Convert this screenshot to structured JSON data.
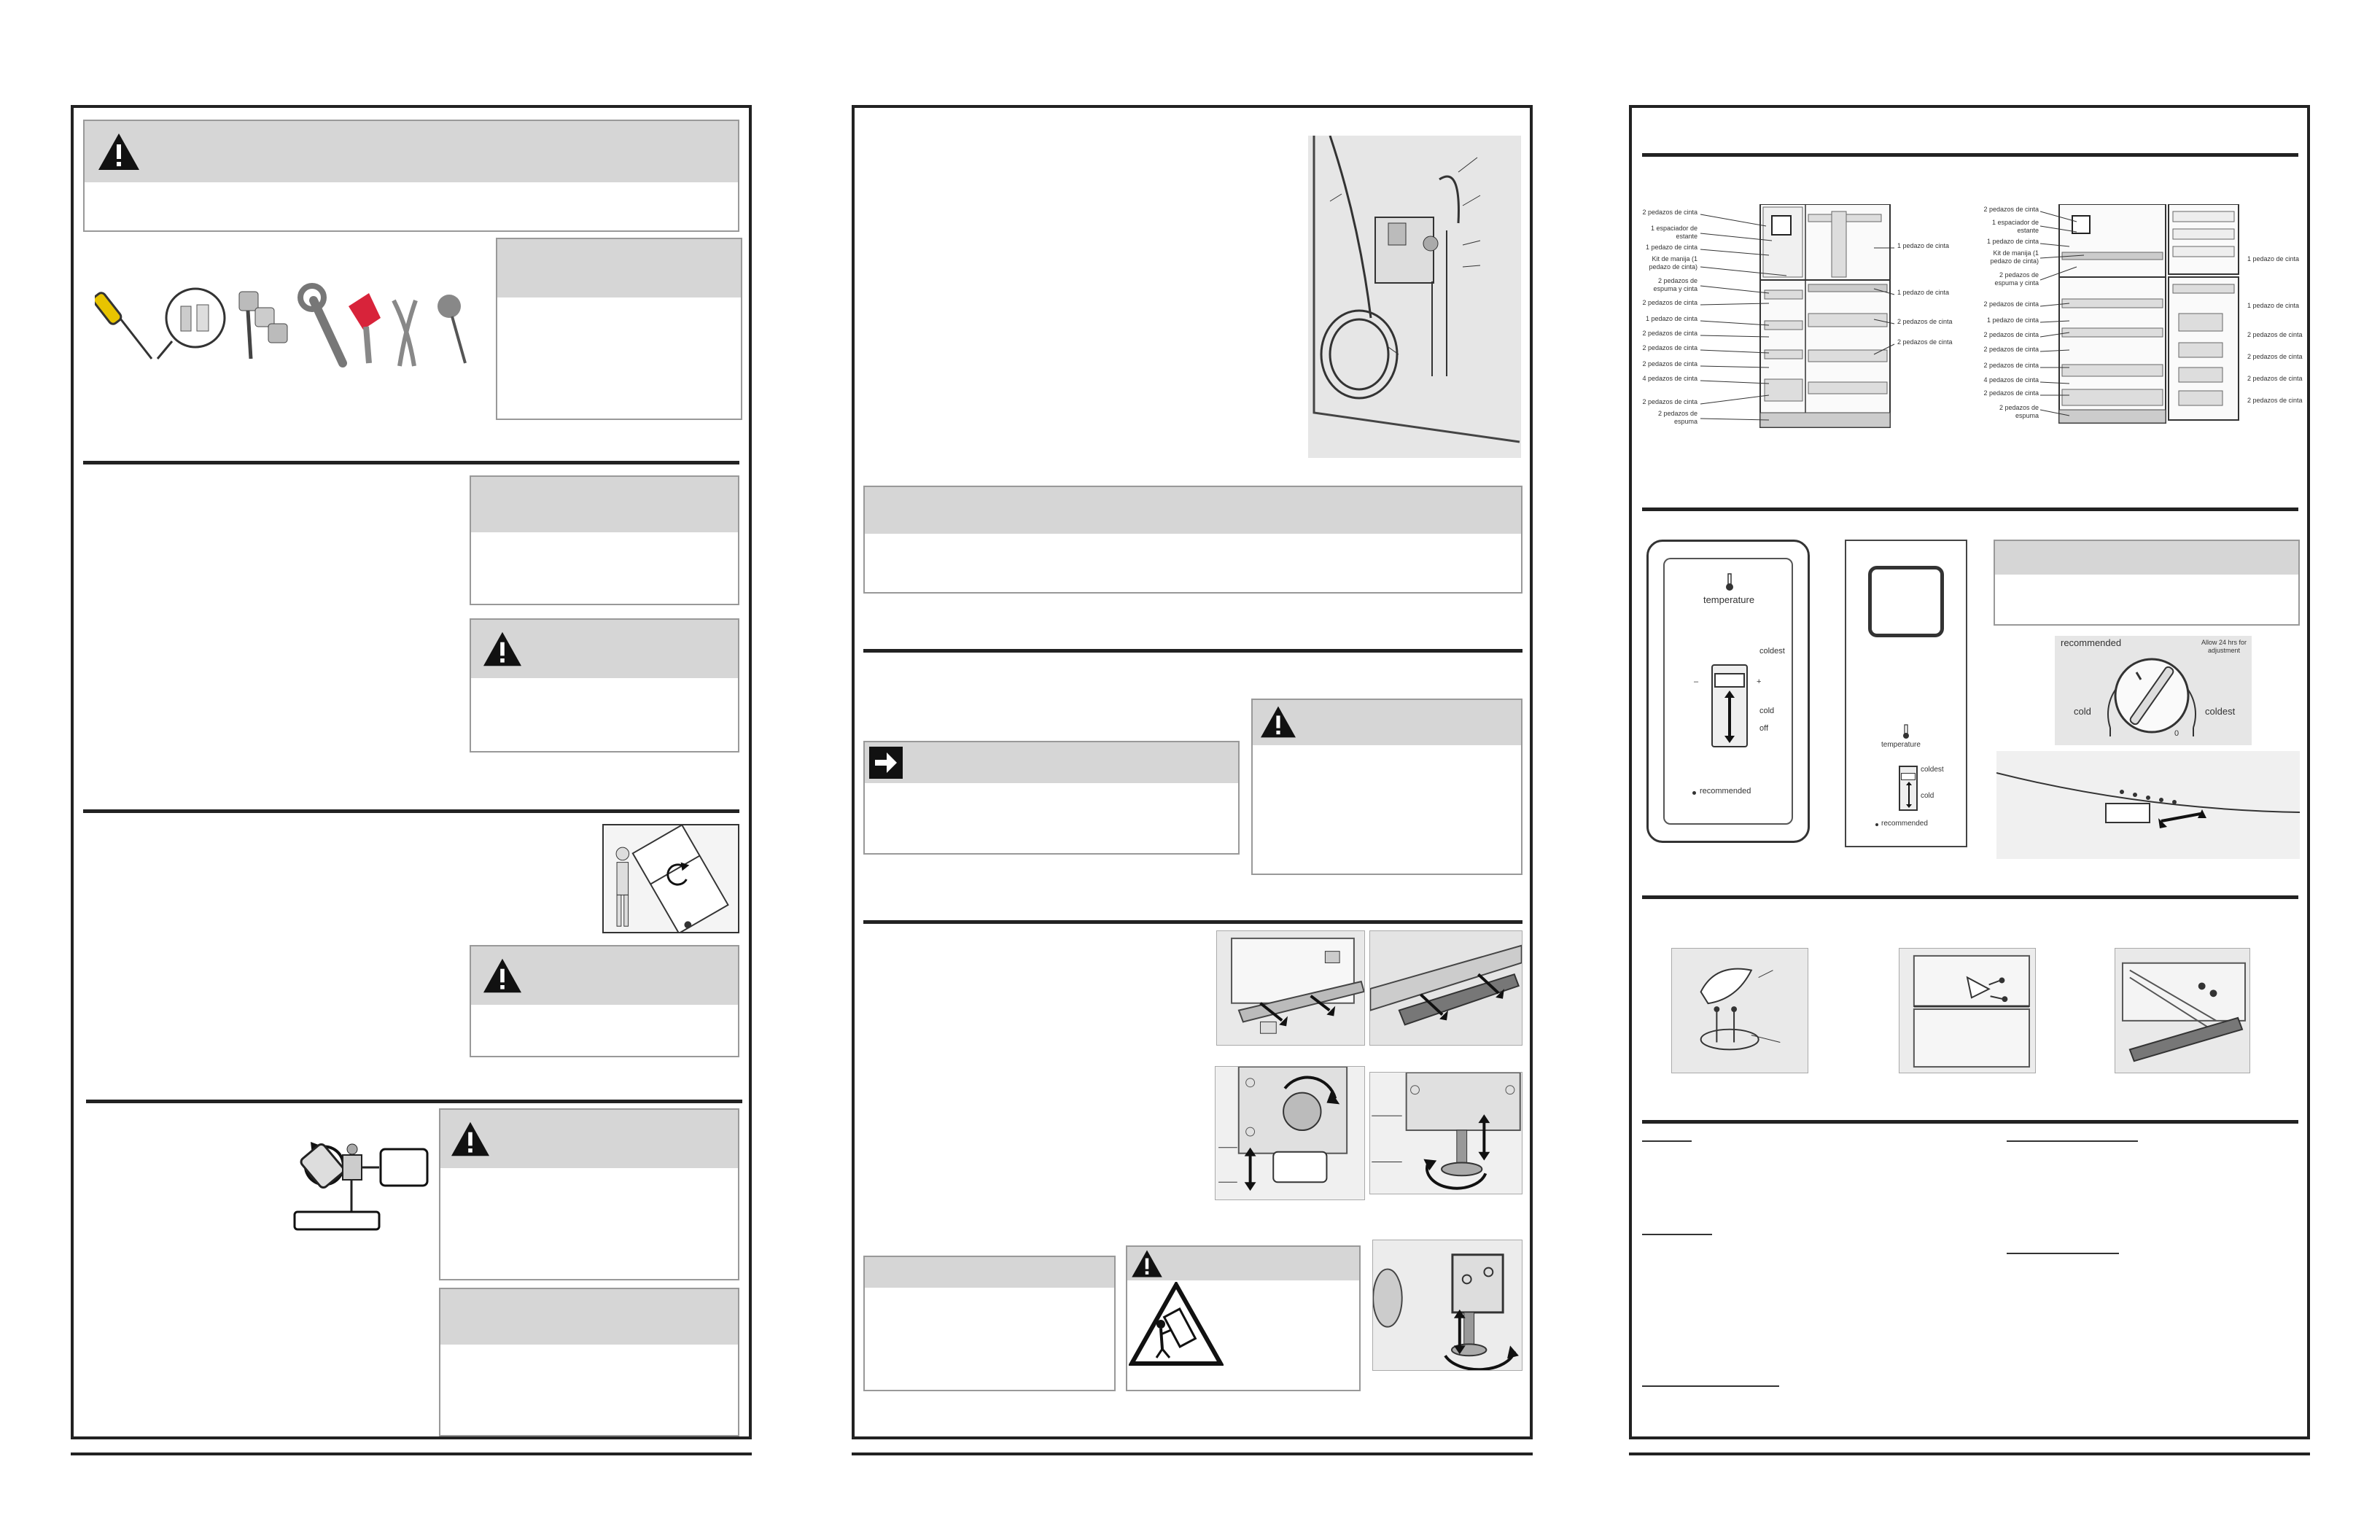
{
  "icons": {
    "warning": "warning-triangle-icon",
    "arrow": "arrow-right-icon"
  },
  "page3": {
    "fridge_left_labels": [
      "2 pedazos de cinta",
      "1 espaciador de estante",
      "1 pedazo de cinta",
      "Kit de manija (1 pedazo de cinta)",
      "2 pedazos de espuma y cinta",
      "2 pedazos de cinta",
      "1 pedazo de cinta",
      "2 pedazos de cinta",
      "2 pedazos de cinta",
      "2 pedazos de cinta",
      "4 pedazos de cinta",
      "2 pedazos de cinta",
      "2 pedazos de espuma"
    ],
    "fridge_left_right_labels": [
      "1 pedazo de cinta",
      "1 pedazo de cinta",
      "2 pedazos de cinta",
      "2 pedazos de cinta"
    ],
    "fridge_right_labels": [
      "2 pedazos de cinta",
      "1 espaciador de estante",
      "1 pedazo de cinta",
      "Kit de manija (1 pedazo de cinta)",
      "2 pedazos de espuma y cinta",
      "2 pedazos de cinta",
      "1 pedazo de cinta",
      "2 pedazos de cinta",
      "2 pedazos de cinta",
      "2 pedazos de cinta",
      "4 pedazos de cinta",
      "2 pedazos de cinta",
      "2 pedazos de espuma"
    ],
    "fridge_right_right_labels": [
      "1 pedazo de cinta",
      "1 pedazo de cinta",
      "2 pedazos de cinta",
      "2 pedazos de cinta",
      "2 pedazos de cinta",
      "2 pedazos de cinta"
    ],
    "control_left": {
      "temperature": "temperature",
      "coldest": "coldest",
      "cold": "cold",
      "off": "off",
      "recommended": "recommended",
      "minus": "–",
      "plus": "+"
    },
    "control_mid": {
      "temperature": "temperature",
      "coldest": "coldest",
      "cold": "cold",
      "recommended": "recommended"
    },
    "dial": {
      "recommended": "recommended",
      "cold": "cold",
      "coldest": "coldest",
      "zero": "0",
      "note": "Allow 24 hrs for adjustment"
    }
  }
}
